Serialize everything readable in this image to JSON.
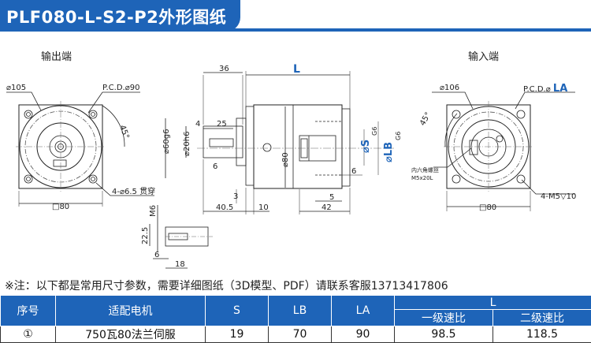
{
  "title": "PLF080-L-S2-P2外形图纸",
  "views": {
    "output_end": "输出端",
    "input_end": "输入端"
  },
  "dims": {
    "d105": "⌀105",
    "pcd90": "P.C.D.⌀90",
    "deg45_left": "45°",
    "holes": "4-⌀6.5 贯穿",
    "sq80_left": "□80",
    "len36": "36",
    "L": "L",
    "len4": "4",
    "len25": "25",
    "d60": "⌀60g6",
    "d20": "⌀20h6",
    "len6_shaft": "6",
    "d80": "⌀80",
    "len3": "3",
    "len40_5": "40.5",
    "len10": "10",
    "dS": "⌀S",
    "dS_tol": "G6",
    "dLB": "⌀LB",
    "dLB_tol": "G6",
    "len6_right": "6",
    "len5": "5",
    "len42": "42",
    "d106": "⌀106",
    "pcdLA": "P.C.D.⌀LA",
    "deg45_right": "45°",
    "hex_note_1": "内六角螺丝",
    "hex_note_2": "M5x20L",
    "m5": "4-M5▽10",
    "sq80_right": "□80",
    "m6": "M6",
    "len22_5": "22.5",
    "len6_key": "6",
    "len18": "18"
  },
  "note": "※注：以下都是常用尺寸参数，需要详细图纸（3D模型、PDF）请联系客服13713417806",
  "table": {
    "headers": {
      "no": "序号",
      "motor": "适配电机",
      "s": "S",
      "lb": "LB",
      "la": "LA",
      "l": "L",
      "stage1": "一级速比",
      "stage2": "二级速比"
    },
    "rows": [
      {
        "no": "①",
        "motor": "750瓦80法兰伺服",
        "s": "19",
        "lb": "70",
        "la": "90",
        "stage1": "98.5",
        "stage2": "118.5"
      }
    ]
  },
  "colors": {
    "brand": "#1e64b8",
    "accent_text": "#1e64b8"
  }
}
